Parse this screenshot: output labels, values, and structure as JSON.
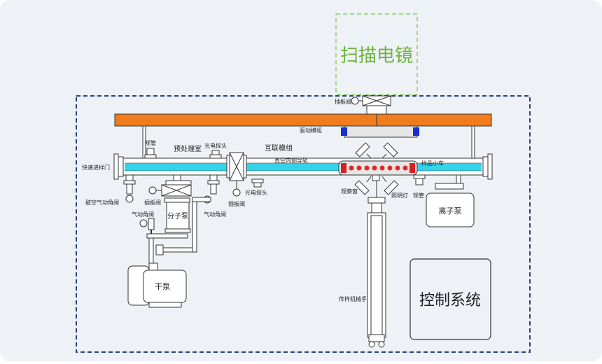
{
  "labels": {
    "sem": "扫描电镜",
    "control": "控制系统",
    "gate_valve_top": "插板阀",
    "drive_module": "驱动模组",
    "sight_pipe_top": "规管",
    "photo_probe_top": "光电探头",
    "pretreat": "预处理室",
    "interconnect": "互联模组",
    "guide_rail": "真空内侧导轨",
    "sample_cart": "样品小车",
    "fast_door": "快速进样门",
    "break_vac_valve": "破空气动角阀",
    "gate_valve_left": "插板阀",
    "mol_pump": "分子泵",
    "gate_valve_mid": "插板阀",
    "photo_probe_bottom": "光电探头",
    "pneumatic_valve_left": "气动角阀",
    "pneumatic_valve_right": "气动角阀",
    "dry_pump": "干泵",
    "view_window": "观察窗",
    "light": "照明灯",
    "sight_pipe_right": "规管",
    "ion_pump": "离子泵",
    "transfer_arm": "传样机械手"
  },
  "colors": {
    "background": "#eef2f6",
    "rail": "#f07c1e",
    "tube": "#33d4ea",
    "sem_border": "#7cc44e",
    "sem_text": "#6db43f",
    "frame": "#2a3f80",
    "dots": "#e02828",
    "end_red": "#d81e1e",
    "drive_blue": "#1a2fd0"
  }
}
